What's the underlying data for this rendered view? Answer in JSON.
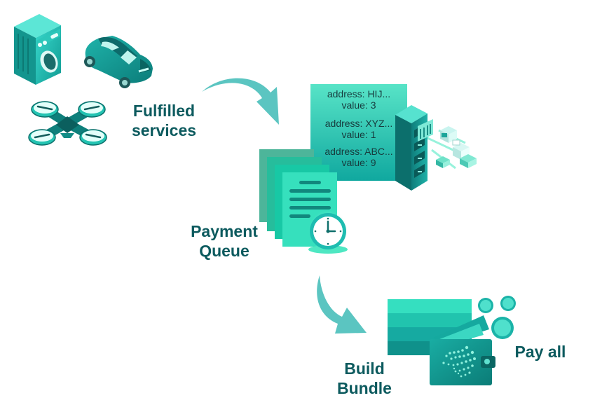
{
  "labels": {
    "fulfilled": [
      "Fulfilled",
      "services"
    ],
    "payment_queue": [
      "Payment",
      "Queue"
    ],
    "build_bundle": [
      "Build",
      "Bundle"
    ],
    "pay_all": "Pay all"
  },
  "transactions": [
    {
      "address": "address: HIJ...",
      "value": "value: 3"
    },
    {
      "address": "address: XYZ...",
      "value": "value: 1"
    },
    {
      "address": "address: ABC...",
      "value": "value: 9"
    }
  ],
  "icons": [
    "washing-machine-icon",
    "car-icon",
    "drone-icon",
    "document-stack-icon",
    "clock-icon",
    "server-icon",
    "wallet-icon",
    "coin-icon"
  ],
  "colors": {
    "label": "#0c5a5e",
    "teal_dark": "#0e8a86",
    "teal": "#17b3a6",
    "teal_light": "#33ddc0",
    "arrow": "#55c4c0"
  }
}
